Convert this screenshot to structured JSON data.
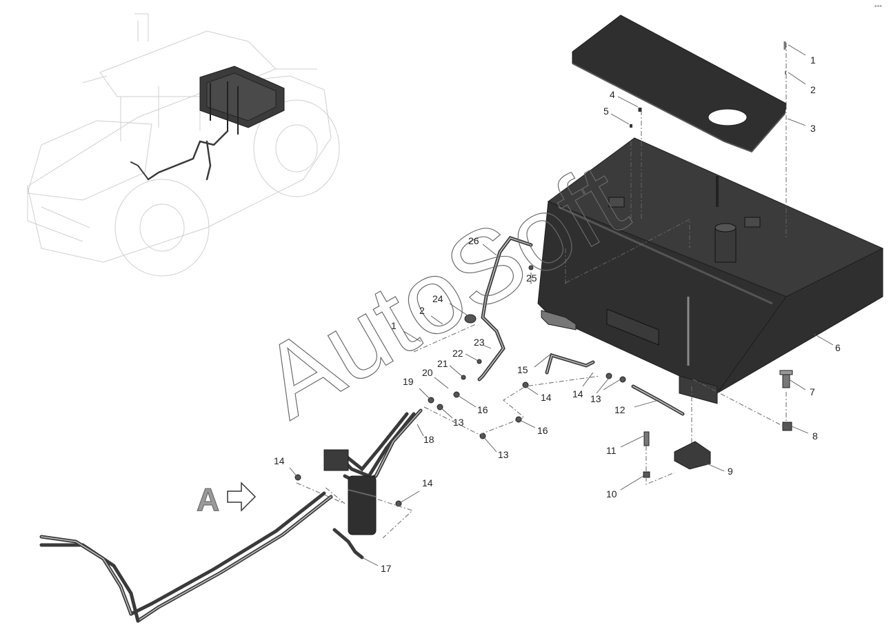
{
  "diagram": {
    "watermark": "AutoSoft",
    "view_label": "A",
    "callouts": [
      {
        "id": "c1a",
        "text": "1"
      },
      {
        "id": "c2a",
        "text": "2"
      },
      {
        "id": "c3",
        "text": "3"
      },
      {
        "id": "c4",
        "text": "4"
      },
      {
        "id": "c5",
        "text": "5"
      },
      {
        "id": "c6",
        "text": "6"
      },
      {
        "id": "c7",
        "text": "7"
      },
      {
        "id": "c8",
        "text": "8"
      },
      {
        "id": "c9",
        "text": "9"
      },
      {
        "id": "c10",
        "text": "10"
      },
      {
        "id": "c11",
        "text": "11"
      },
      {
        "id": "c12",
        "text": "12"
      },
      {
        "id": "c13a",
        "text": "13"
      },
      {
        "id": "c13b",
        "text": "13"
      },
      {
        "id": "c13c",
        "text": "13"
      },
      {
        "id": "c14a",
        "text": "14"
      },
      {
        "id": "c14b",
        "text": "14"
      },
      {
        "id": "c14c",
        "text": "14"
      },
      {
        "id": "c14d",
        "text": "14"
      },
      {
        "id": "c15",
        "text": "15"
      },
      {
        "id": "c16a",
        "text": "16"
      },
      {
        "id": "c16b",
        "text": "16"
      },
      {
        "id": "c17",
        "text": "17"
      },
      {
        "id": "c18",
        "text": "18"
      },
      {
        "id": "c19",
        "text": "19"
      },
      {
        "id": "c20",
        "text": "20"
      },
      {
        "id": "c21",
        "text": "21"
      },
      {
        "id": "c22",
        "text": "22"
      },
      {
        "id": "c23",
        "text": "23"
      },
      {
        "id": "c24",
        "text": "24"
      },
      {
        "id": "c25",
        "text": "25"
      },
      {
        "id": "c26",
        "text": "26"
      },
      {
        "id": "c1b",
        "text": "1"
      },
      {
        "id": "c2b",
        "text": "2"
      }
    ]
  },
  "colors": {
    "part_fill": "#2f2f2f",
    "line": "#555555",
    "ghost": "#cfcfcf"
  }
}
